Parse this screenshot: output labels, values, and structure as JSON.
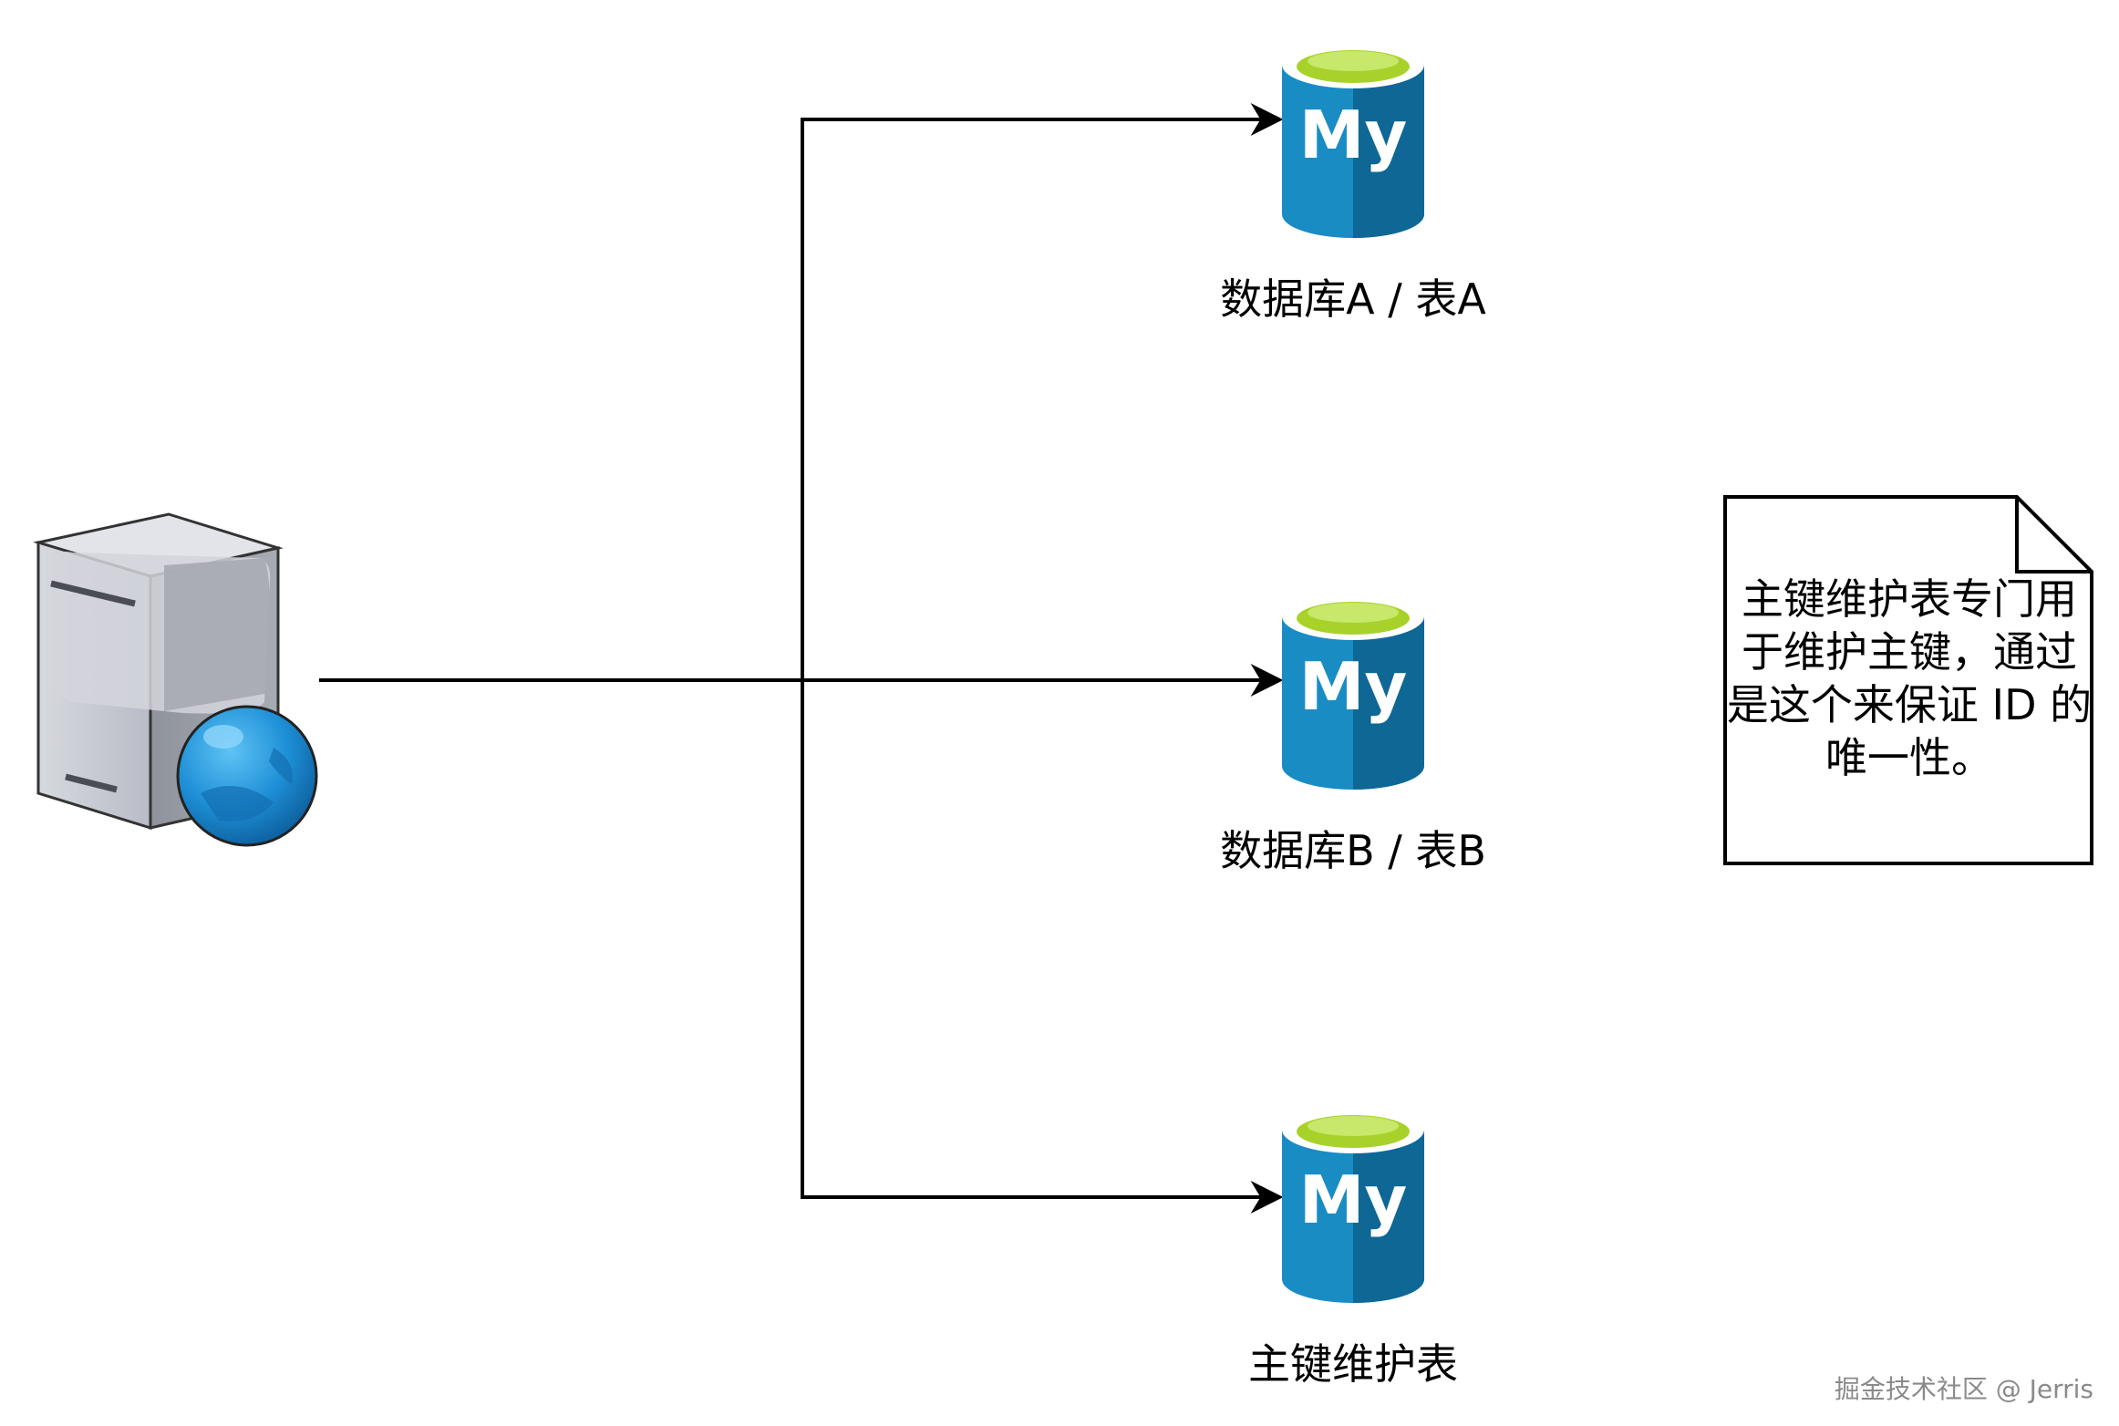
{
  "nodes": {
    "db_a": {
      "label": "数据库A / 表A",
      "logo": "My"
    },
    "db_b": {
      "label": "数据库B / 表B",
      "logo": "My"
    },
    "db_pk": {
      "label": "主键维护表",
      "logo": "My"
    }
  },
  "note": {
    "text": "主键维护表专门用于维护主键，通过是这个来保证 ID 的唯一性。"
  },
  "icons": {
    "server": "server-globe-icon",
    "database": "mysql-database-icon"
  },
  "colors": {
    "db_blue_light": "#1a8cc4",
    "db_blue_dark": "#0e6795",
    "db_top_green": "#a8d22a",
    "server_body": "#c9ccd4",
    "globe": "#1e8fd6"
  },
  "watermark": "掘金技术社区 @ Jerris"
}
